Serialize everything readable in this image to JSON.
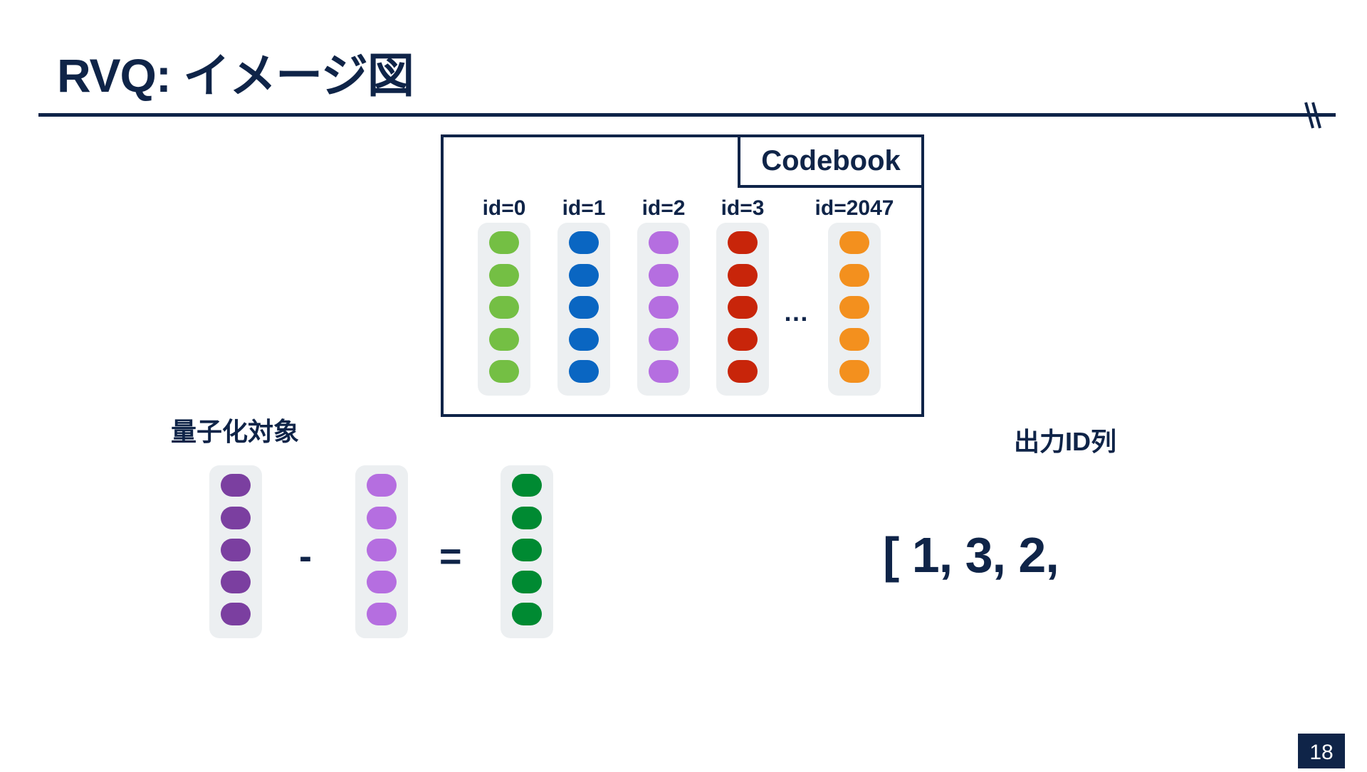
{
  "title": "RVQ: イメージ図",
  "codebook": {
    "label": "Codebook",
    "entries": [
      {
        "id_label": "id=0",
        "color": "#74bf44"
      },
      {
        "id_label": "id=1",
        "color": "#0a66c2"
      },
      {
        "id_label": "id=2",
        "color": "#b56ee0"
      },
      {
        "id_label": "id=3",
        "color": "#c8250a"
      },
      {
        "id_label": "id=2047",
        "color": "#f3901e"
      }
    ],
    "ellipsis": "…"
  },
  "quantize": {
    "target_label": "量子化対象",
    "input_color": "#7b3fa0",
    "subtract_color": "#b56ee0",
    "residual_color": "#008a32",
    "minus": "-",
    "equals": "="
  },
  "output": {
    "label": "出力ID列",
    "ids_text": "[ 1, 3, 2,"
  },
  "page_number": "18",
  "colors": {
    "navy": "#0f2448",
    "vector_bg": "#eceff1"
  }
}
